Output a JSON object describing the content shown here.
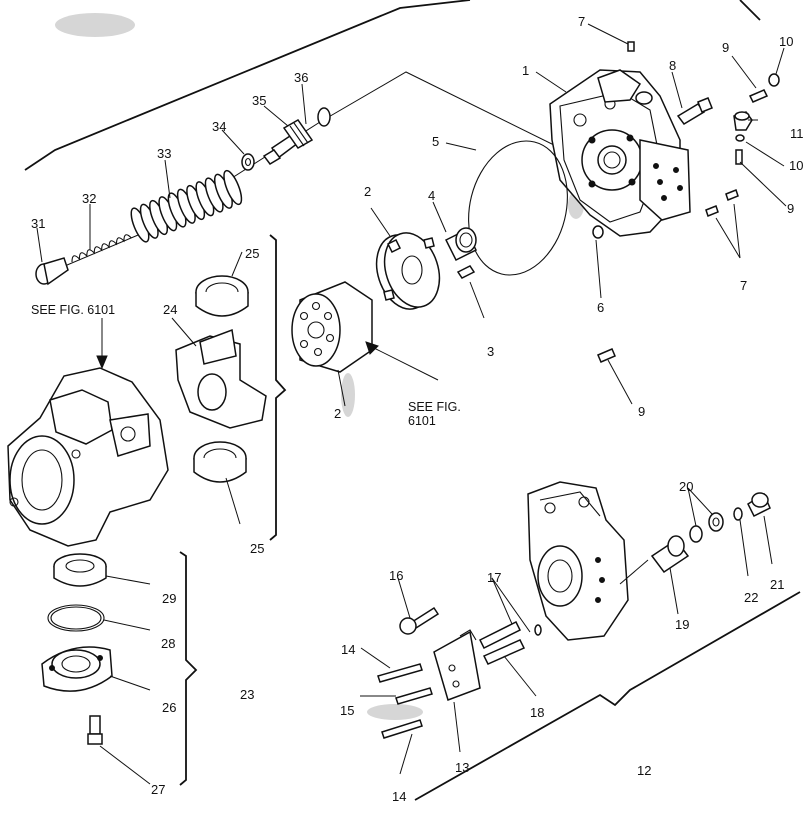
{
  "labels": {
    "l1": "1",
    "l2a": "2",
    "l2b": "2",
    "l3": "3",
    "l4": "4",
    "l5": "5",
    "l6": "6",
    "l7a": "7",
    "l7b": "7",
    "l8": "8",
    "l9a": "9",
    "l9b": "9",
    "l9c": "9",
    "l10a": "10",
    "l10b": "10",
    "l11": "11",
    "l12": "12",
    "l13": "13",
    "l14a": "14",
    "l14b": "14",
    "l15": "15",
    "l16": "16",
    "l17": "17",
    "l18": "18",
    "l19": "19",
    "l20": "20",
    "l21": "21",
    "l22": "22",
    "l23": "23",
    "l24": "24",
    "l25a": "25",
    "l25b": "25",
    "l26": "26",
    "l27": "27",
    "l28": "28",
    "l29": "29",
    "l31": "31",
    "l32": "32",
    "l33": "33",
    "l34": "34",
    "l35": "35",
    "l36": "36"
  },
  "references": {
    "see_fig_left": "SEE FIG. 6101",
    "see_fig_mid_line1": "SEE FIG.",
    "see_fig_mid_line2": "6101"
  }
}
